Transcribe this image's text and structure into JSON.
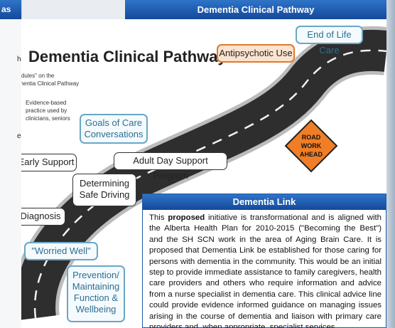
{
  "left_panel": {
    "header": "as",
    "chars": [
      "h",
      "e"
    ]
  },
  "header": {
    "title": "Dementia Clinical Pathway"
  },
  "slide": {
    "title": "Dementia Clinical Pathway",
    "modules_note": [
      "\"modules\" on the",
      "Dementia Clinical Pathway"
    ],
    "evidence_note": [
      "Evidence-based",
      "practice used by",
      "clinicians, seniors"
    ],
    "end_of_life": "End of Life Care",
    "antipsychotic": "Antipsychotic Use",
    "goals": [
      "Goals of Care",
      "Conversations"
    ],
    "early_support": "Early Support",
    "adult_day": "Adult Day Support Program",
    "safe_driving": [
      "Determining",
      "Safe Driving"
    ],
    "diagnosis": "Diagnosis",
    "worried_well": "\"Worried Well\"",
    "prevention": [
      "Prevention/",
      "Maintaining",
      "Function &",
      "Wellbeing"
    ],
    "road_sign": [
      "ROAD",
      "WORK",
      "AHEAD"
    ]
  },
  "link_panel": {
    "title": "Dementia Link",
    "text_prefix": "This ",
    "text_bold": "proposed",
    "text_rest": " initiative is transformational and is aligned with the Alberta Health Plan for 2010-2015 (\"Becoming the Best\") and the SH SCN work in the area of Aging Brain Care. It is proposed that Dementia Link be established for those caring for persons with dementia in the community. This would be an initial step to provide immediate assistance to family caregivers, health care providers and others who require information and advice from a nurse specialist in dementia care. This clinical advice line could provide evidence informed guidance on managing issues arising in the course of dementia and liaison with primary care providers and, when appropriate, specialist services."
  },
  "colors": {
    "header_blue": "#1f5aa6",
    "orange": "#f07e26",
    "teal": "#6aa7c4"
  }
}
